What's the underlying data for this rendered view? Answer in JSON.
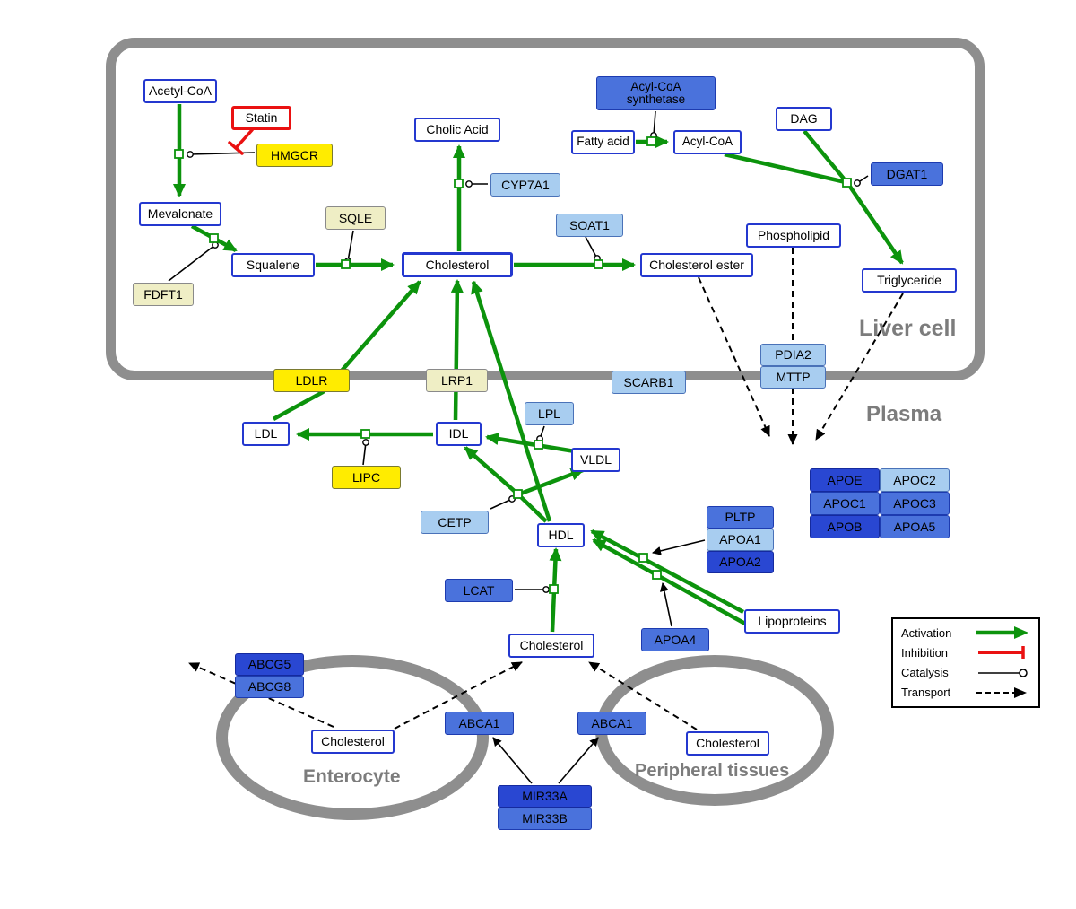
{
  "regions": {
    "liver": {
      "label": "Liver cell"
    },
    "plasma": {
      "label": "Plasma"
    },
    "enterocyte": {
      "label": "Enterocyte"
    },
    "peripheral": {
      "label": "Peripheral tissues"
    }
  },
  "nodes": {
    "acetyl_coa": {
      "label": "Acetyl-CoA",
      "type": "metabolite"
    },
    "statin": {
      "label": "Statin",
      "type": "drug"
    },
    "hmgcr": {
      "label": "HMGCR",
      "type": "enzyme"
    },
    "mevalonate": {
      "label": "Mevalonate",
      "type": "metabolite"
    },
    "sqle": {
      "label": "SQLE",
      "type": "enzyme"
    },
    "fdft1": {
      "label": "FDFT1",
      "type": "enzyme"
    },
    "squalene": {
      "label": "Squalene",
      "type": "metabolite"
    },
    "cholesterol_liver": {
      "label": "Cholesterol",
      "type": "metabolite"
    },
    "cholic_acid": {
      "label": "Cholic Acid",
      "type": "metabolite"
    },
    "cyp7a1": {
      "label": "CYP7A1",
      "type": "enzyme"
    },
    "soat1": {
      "label": "SOAT1",
      "type": "enzyme"
    },
    "cholesterol_ester": {
      "label": "Cholesterol ester",
      "type": "metabolite"
    },
    "acyl_coa_synthetase": {
      "label": "Acyl-CoA synthetase",
      "type": "enzyme"
    },
    "fatty_acid": {
      "label": "Fatty acid",
      "type": "metabolite"
    },
    "acyl_coa": {
      "label": "Acyl-CoA",
      "type": "metabolite"
    },
    "dag": {
      "label": "DAG",
      "type": "metabolite"
    },
    "dgat1": {
      "label": "DGAT1",
      "type": "enzyme"
    },
    "phospholipid": {
      "label": "Phospholipid",
      "type": "metabolite"
    },
    "triglyceride": {
      "label": "Triglyceride",
      "type": "metabolite"
    },
    "pdia2": {
      "label": "PDIA2",
      "type": "protein"
    },
    "mttp": {
      "label": "MTTP",
      "type": "protein"
    },
    "ldlr": {
      "label": "LDLR",
      "type": "receptor"
    },
    "lrp1": {
      "label": "LRP1",
      "type": "receptor"
    },
    "scarb1": {
      "label": "SCARB1",
      "type": "receptor"
    },
    "ldl": {
      "label": "LDL",
      "type": "lipoprotein"
    },
    "idl": {
      "label": "IDL",
      "type": "lipoprotein"
    },
    "lpl": {
      "label": "LPL",
      "type": "enzyme"
    },
    "vldl": {
      "label": "VLDL",
      "type": "lipoprotein"
    },
    "lipc": {
      "label": "LIPC",
      "type": "enzyme"
    },
    "cetp": {
      "label": "CETP",
      "type": "protein"
    },
    "hdl": {
      "label": "HDL",
      "type": "lipoprotein"
    },
    "pltp": {
      "label": "PLTP",
      "type": "protein"
    },
    "apoa1": {
      "label": "APOA1",
      "type": "protein"
    },
    "apoa2": {
      "label": "APOA2",
      "type": "protein"
    },
    "lcat": {
      "label": "LCAT",
      "type": "enzyme"
    },
    "apoa4": {
      "label": "APOA4",
      "type": "protein"
    },
    "lipoproteins": {
      "label": "Lipoproteins",
      "type": "metabolite"
    },
    "apoe": {
      "label": "APOE",
      "type": "protein"
    },
    "apoc2": {
      "label": "APOC2",
      "type": "protein"
    },
    "apoc1": {
      "label": "APOC1",
      "type": "protein"
    },
    "apoc3": {
      "label": "APOC3",
      "type": "protein"
    },
    "apob": {
      "label": "APOB",
      "type": "protein"
    },
    "apoa5": {
      "label": "APOA5",
      "type": "protein"
    },
    "cholesterol_plasma": {
      "label": "Cholesterol",
      "type": "metabolite"
    },
    "abcg5": {
      "label": "ABCG5",
      "type": "transporter"
    },
    "abcg8": {
      "label": "ABCG8",
      "type": "transporter"
    },
    "cholesterol_enterocyte": {
      "label": "Cholesterol",
      "type": "metabolite"
    },
    "abca1_intestine": {
      "label": "ABCA1",
      "type": "transporter"
    },
    "abca1_peripheral": {
      "label": "ABCA1",
      "type": "transporter"
    },
    "cholesterol_peripheral": {
      "label": "Cholesterol",
      "type": "metabolite"
    },
    "mir33a": {
      "label": "MIR33A",
      "type": "mirna"
    },
    "mir33b": {
      "label": "MIR33B",
      "type": "mirna"
    }
  },
  "legend": {
    "items": [
      {
        "label": "Activation",
        "symbol": "green-arrow"
      },
      {
        "label": "Inhibition",
        "symbol": "red-tbar"
      },
      {
        "label": "Catalysis",
        "symbol": "line-circle"
      },
      {
        "label": "Transport",
        "symbol": "dashed-arrow"
      }
    ]
  },
  "colors": {
    "activation_green": "#0c930c",
    "inhibition_red": "#ea1111",
    "metabolite_border_blue": "#2438cf",
    "enzyme_yellow": "#ffec00",
    "enzyme_pale_yellow": "#efeec5",
    "protein_light_blue": "#a8cdf0",
    "protein_medium_blue": "#4a72dc",
    "protein_dark_blue": "#2947d2",
    "membrane_gray": "#8e8e8e"
  }
}
